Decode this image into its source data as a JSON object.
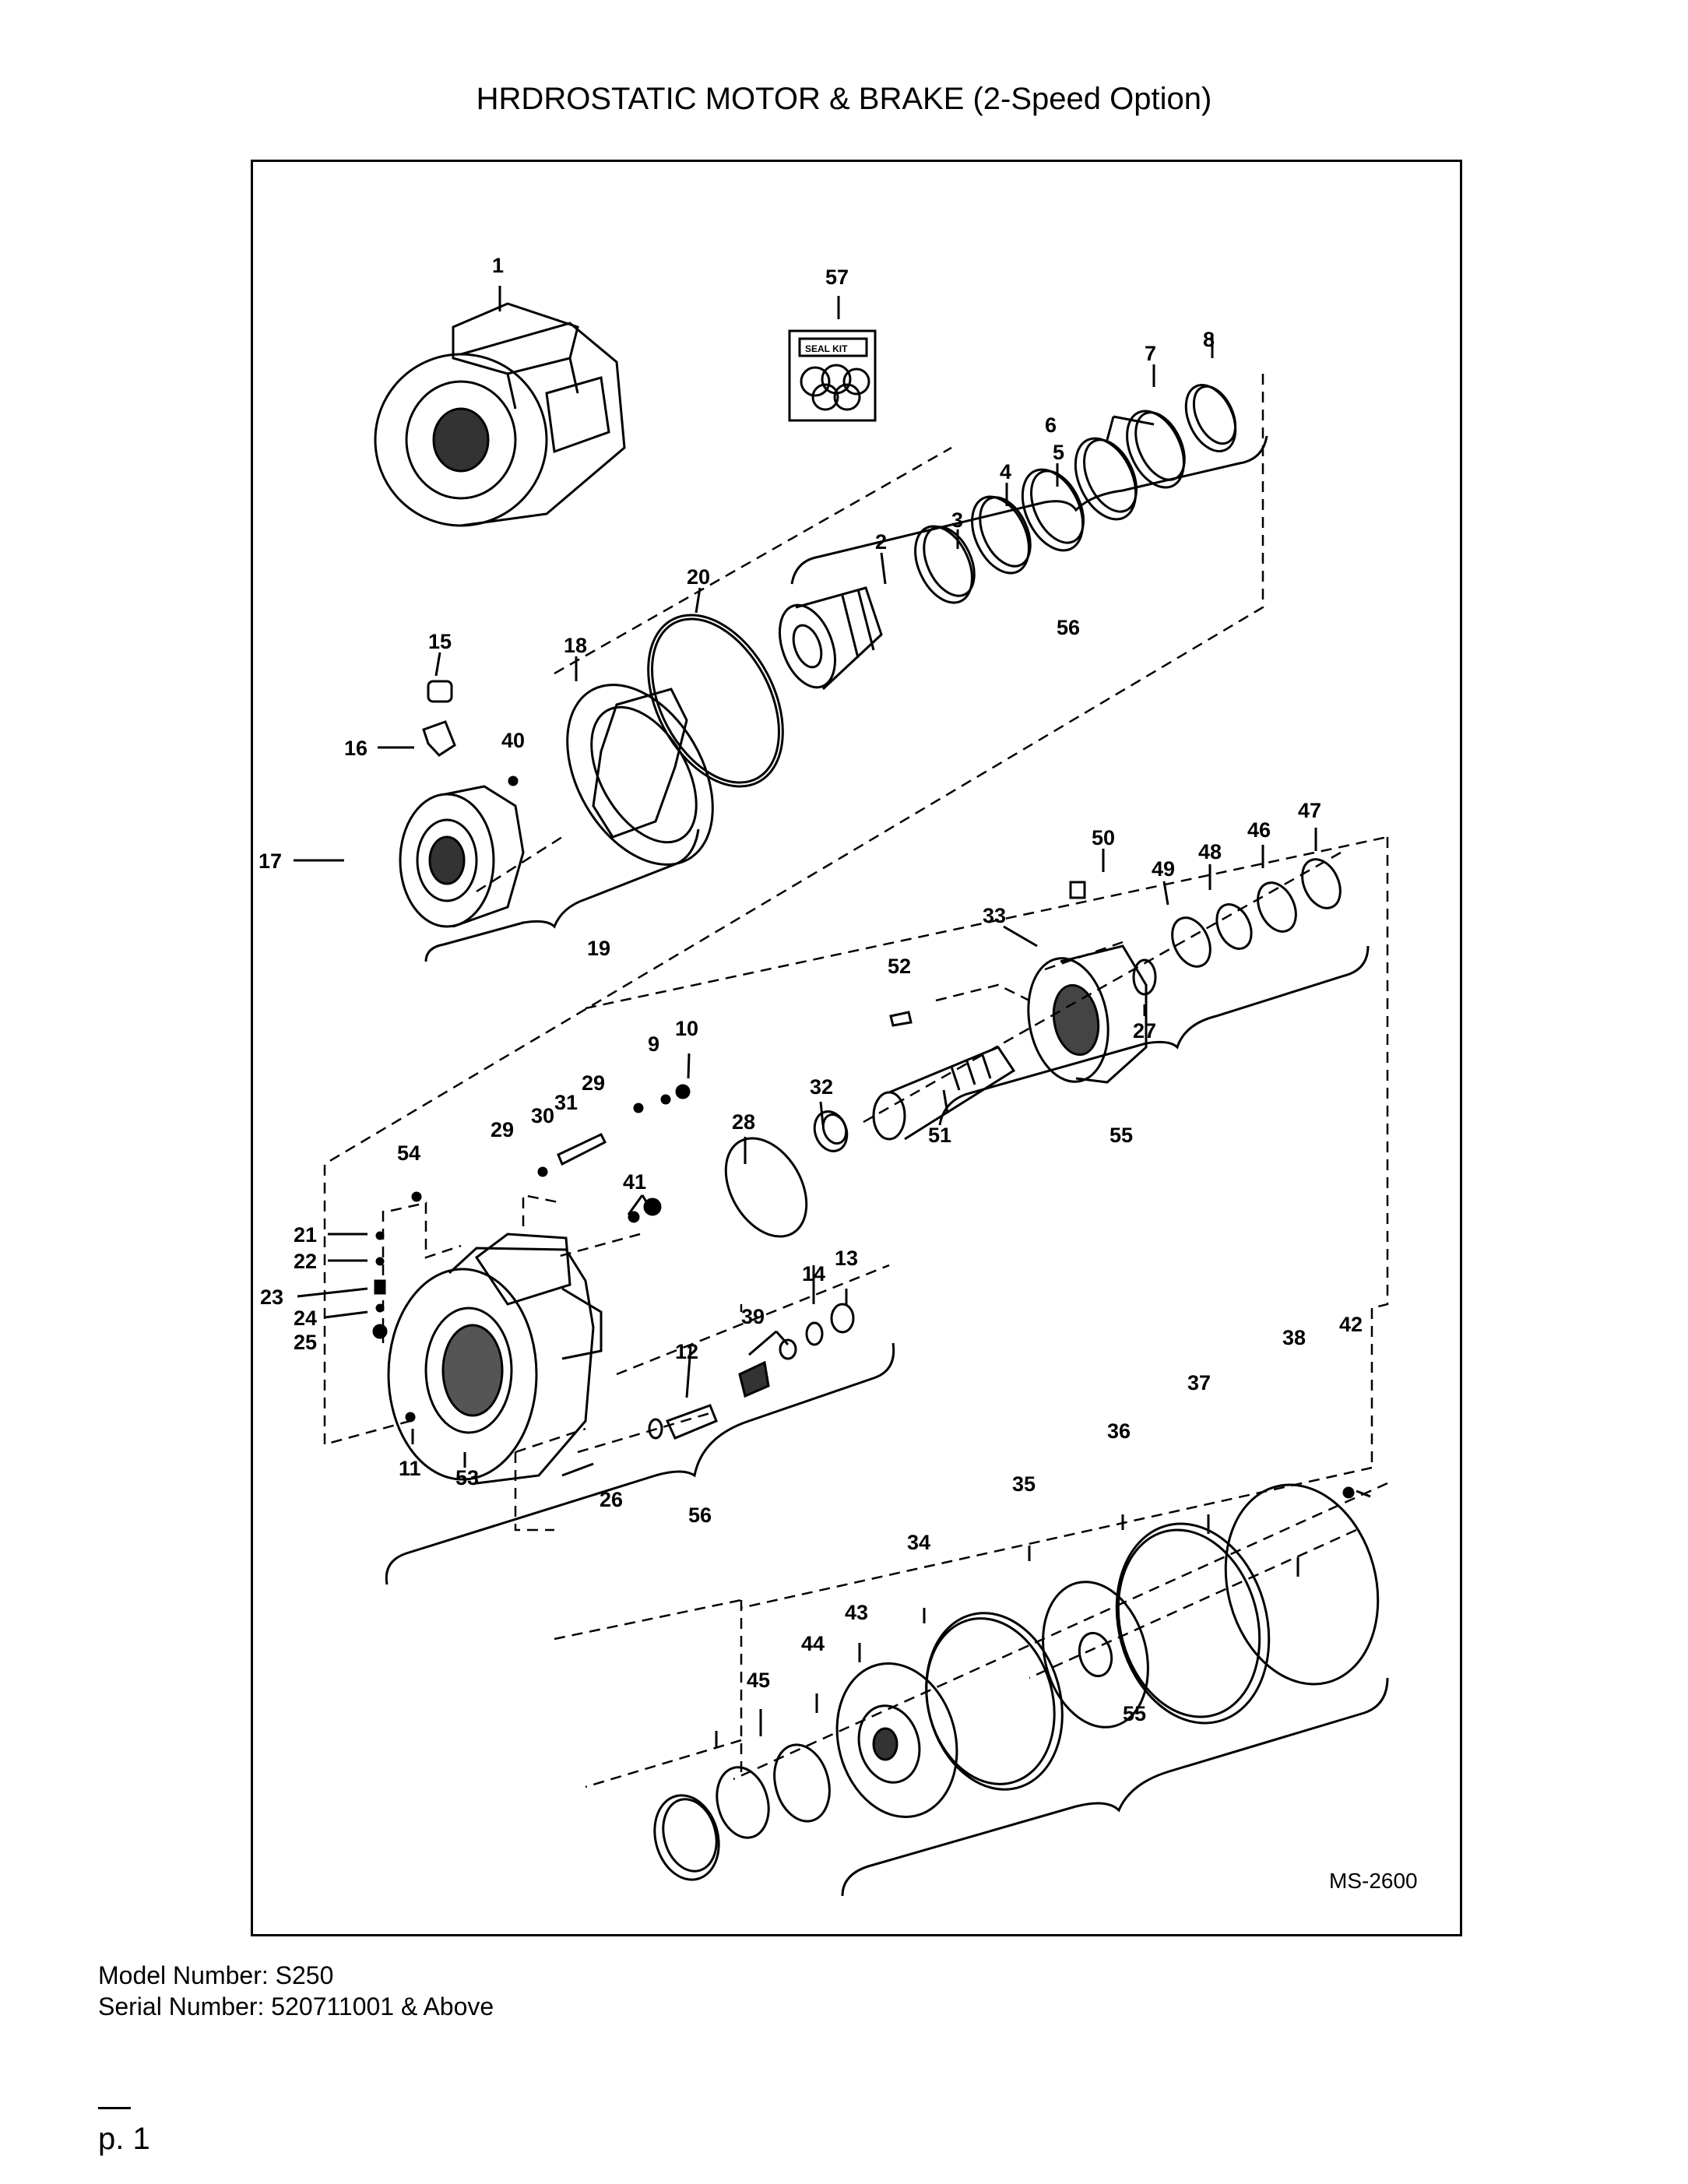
{
  "page": {
    "title": "HRDROSTATIC MOTOR & BRAKE (2-Speed Option)",
    "model_line": "Model Number: S250",
    "serial_line": "Serial Number: 520711001 & Above",
    "page_number": "p. 1"
  },
  "diagram": {
    "drawing_code": "MS-2600",
    "seal_kit_text": "SEAL KIT",
    "callouts": [
      {
        "id": "c1",
        "text": "1"
      },
      {
        "id": "c57",
        "text": "57"
      },
      {
        "id": "c8",
        "text": "8"
      },
      {
        "id": "c7",
        "text": "7"
      },
      {
        "id": "c6",
        "text": "6"
      },
      {
        "id": "c5",
        "text": "5"
      },
      {
        "id": "c4",
        "text": "4"
      },
      {
        "id": "c3",
        "text": "3"
      },
      {
        "id": "c2",
        "text": "2"
      },
      {
        "id": "c20",
        "text": "20"
      },
      {
        "id": "c56a",
        "text": "56"
      },
      {
        "id": "c15",
        "text": "15"
      },
      {
        "id": "c18",
        "text": "18"
      },
      {
        "id": "c16",
        "text": "16"
      },
      {
        "id": "c40",
        "text": "40"
      },
      {
        "id": "c17",
        "text": "17"
      },
      {
        "id": "c19",
        "text": "19"
      },
      {
        "id": "c47",
        "text": "47"
      },
      {
        "id": "c46",
        "text": "46"
      },
      {
        "id": "c50",
        "text": "50"
      },
      {
        "id": "c48",
        "text": "48"
      },
      {
        "id": "c49",
        "text": "49"
      },
      {
        "id": "c33",
        "text": "33"
      },
      {
        "id": "c52",
        "text": "52"
      },
      {
        "id": "c27",
        "text": "27"
      },
      {
        "id": "c10",
        "text": "10"
      },
      {
        "id": "c9",
        "text": "9"
      },
      {
        "id": "c29a",
        "text": "29"
      },
      {
        "id": "c31",
        "text": "31"
      },
      {
        "id": "c30",
        "text": "30"
      },
      {
        "id": "c29b",
        "text": "29"
      },
      {
        "id": "c32",
        "text": "32"
      },
      {
        "id": "c28",
        "text": "28"
      },
      {
        "id": "c51",
        "text": "51"
      },
      {
        "id": "c55a",
        "text": "55"
      },
      {
        "id": "c54",
        "text": "54"
      },
      {
        "id": "c41",
        "text": "41"
      },
      {
        "id": "c21",
        "text": "21"
      },
      {
        "id": "c22",
        "text": "22"
      },
      {
        "id": "c23",
        "text": "23"
      },
      {
        "id": "c24",
        "text": "24"
      },
      {
        "id": "c25",
        "text": "25"
      },
      {
        "id": "c13",
        "text": "13"
      },
      {
        "id": "c14",
        "text": "14"
      },
      {
        "id": "c39",
        "text": "39"
      },
      {
        "id": "c12",
        "text": "12"
      },
      {
        "id": "c11",
        "text": "11"
      },
      {
        "id": "c53",
        "text": "53"
      },
      {
        "id": "c26",
        "text": "26"
      },
      {
        "id": "c56b",
        "text": "56"
      },
      {
        "id": "c42",
        "text": "42"
      },
      {
        "id": "c38",
        "text": "38"
      },
      {
        "id": "c37",
        "text": "37"
      },
      {
        "id": "c36",
        "text": "36"
      },
      {
        "id": "c35",
        "text": "35"
      },
      {
        "id": "c34",
        "text": "34"
      },
      {
        "id": "c43",
        "text": "43"
      },
      {
        "id": "c44",
        "text": "44"
      },
      {
        "id": "c45",
        "text": "45"
      },
      {
        "id": "c55b",
        "text": "55"
      }
    ]
  }
}
